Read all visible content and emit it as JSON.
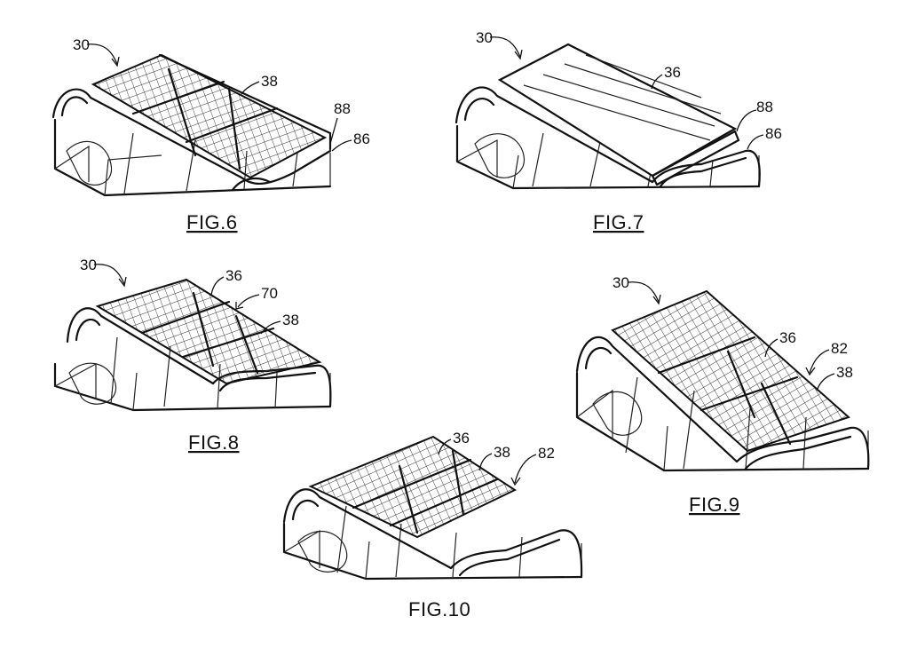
{
  "figures": [
    {
      "caption": "FIG.6",
      "refs": [
        "30",
        "38",
        "88",
        "86"
      ]
    },
    {
      "caption": "FIG.7",
      "refs": [
        "30",
        "36",
        "88",
        "86"
      ]
    },
    {
      "caption": "FIG.8",
      "refs": [
        "30",
        "36",
        "70",
        "38"
      ]
    },
    {
      "caption": "FIG.9",
      "refs": [
        "30",
        "36",
        "82",
        "38"
      ]
    },
    {
      "caption": "FIG.10",
      "refs": [
        "36",
        "38",
        "82"
      ]
    }
  ]
}
